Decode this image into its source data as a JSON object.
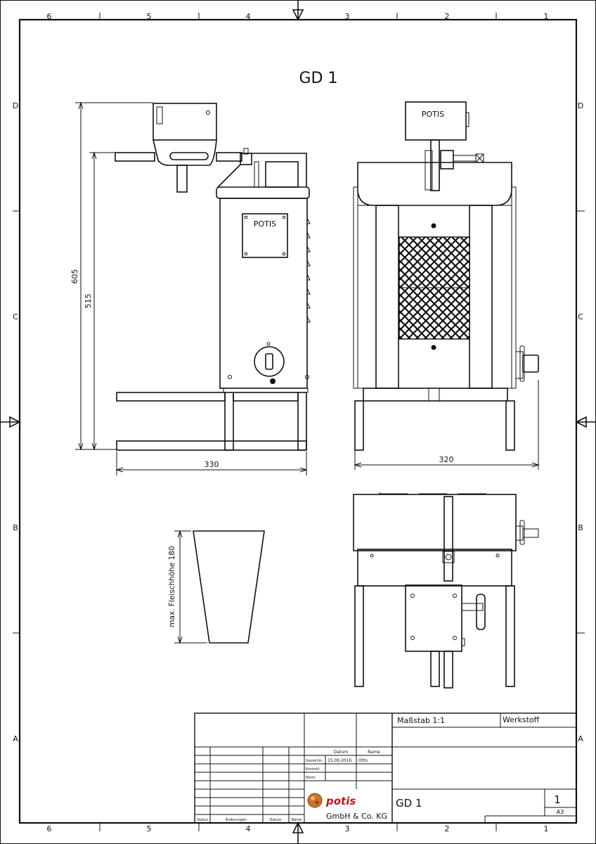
{
  "drawing": {
    "title": "GD 1",
    "zone_columns": [
      "6",
      "5",
      "4",
      "3",
      "2",
      "1"
    ],
    "zone_rows": [
      "D",
      "C",
      "B",
      "A"
    ],
    "label_potis": "POTIS",
    "dimensions": {
      "overall_height": "605",
      "body_height": "515",
      "side_width": "330",
      "front_width": "320",
      "meat_height": "max. Fleischhöhe 180"
    }
  },
  "title_block": {
    "scale": "Maßstab 1:1",
    "material": "Werkstoff",
    "col_date": "Datum",
    "col_name": "Name",
    "row_drawn": "Gezeichn.",
    "row_checked": "Kontroll.",
    "row_norm": "Norm",
    "drawn_date": "15.09.2016",
    "drawn_name": "Otto",
    "rev_status": "Status",
    "rev_changes": "Änderungen",
    "rev_date": "Datum",
    "rev_name": "Name",
    "logo_text": "potis",
    "company": "GmbH & Co. KG",
    "drawing_name": "GD 1",
    "sheet_number": "1",
    "sheet_format": "A3"
  }
}
